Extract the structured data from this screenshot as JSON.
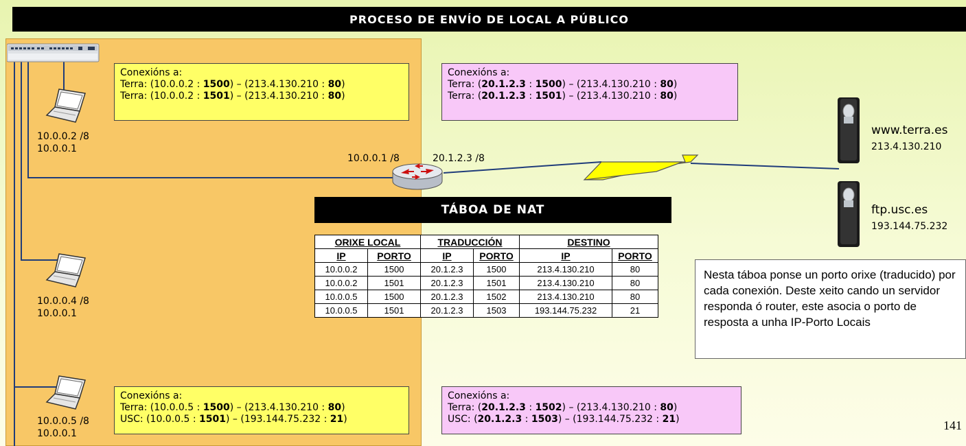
{
  "title": "PROCESO DE ENVÍO DE LOCAL A PÚBLICO",
  "hosts": [
    {
      "ip": "10.0.0.2 /8",
      "gateway": "10.0.0.1"
    },
    {
      "ip": "10.0.0.4 /8",
      "gateway": "10.0.0.1"
    },
    {
      "ip": "10.0.0.5 /8",
      "gateway": "10.0.0.1"
    }
  ],
  "router": {
    "inside_ip": "10.0.0.1 /8",
    "outside_ip": "20.1.2.3 /8"
  },
  "servers": [
    {
      "name": "www.terra.es",
      "ip": "213.4.130.210"
    },
    {
      "name": "ftp.usc.es",
      "ip": "193.144.75.232"
    }
  ],
  "connection_boxes": {
    "heading": "Conexións a:",
    "local_top": [
      {
        "prefix": "Terra: (10.0.0.2 : ",
        "port": "1500",
        "mid": ") – (213.4.130.210 : ",
        "dport": "80",
        "end": ")"
      },
      {
        "prefix": "Terra:   (10.0.0.2 : ",
        "port": "1501",
        "mid": ") – (213.4.130.210  : ",
        "dport": "80",
        "end": ")"
      }
    ],
    "public_top": [
      {
        "prefix": "Terra: (",
        "ip": "20.1.2.3",
        "sep": " : ",
        "port": "1500",
        "mid": ") – (213.4.130.210 : ",
        "dport": "80",
        "end": ")"
      },
      {
        "prefix": "Terra:   (",
        "ip": "20.1.2.3",
        "sep": " : ",
        "port": "1501",
        "mid": ") – (213.4.130.210  : ",
        "dport": "80",
        "end": ")"
      }
    ],
    "local_bottom": [
      {
        "prefix": "Terra: (10.0.0.5 : ",
        "port": "1500",
        "mid": ")  – (213.4.130.210   : ",
        "dport": "80",
        "end": ")"
      },
      {
        "prefix": "USC: (10.0.0.5 : ",
        "port": "1501",
        "mid": ")  – (193.144.75.232 : ",
        "dport": "21",
        "end": ")"
      }
    ],
    "public_bottom": [
      {
        "prefix": "Terra: (",
        "ip": "20.1.2.3",
        "sep": " : ",
        "port": "1502",
        "mid": ") – (213.4.130.210 : ",
        "dport": "80",
        "end": ")"
      },
      {
        "prefix": "USC:   (",
        "ip": "20.1.2.3",
        "sep": " : ",
        "port": "1503",
        "mid": ") – (193.144.75.232 : ",
        "dport": "21",
        "end": ")"
      }
    ]
  },
  "nat_table": {
    "title": "TÁBOA DE NAT",
    "group_headers": [
      "ORIXE LOCAL",
      "TRADUCCIÓN",
      "DESTINO"
    ],
    "col_headers": [
      "IP",
      "PORTO",
      "IP",
      "PORTO",
      "IP",
      "PORTO"
    ],
    "rows": [
      [
        "10.0.0.2",
        "1500",
        "20.1.2.3",
        "1500",
        "213.4.130.210",
        "80"
      ],
      [
        "10.0.0.2",
        "1501",
        "20.1.2.3",
        "1501",
        "213.4.130.210",
        "80"
      ],
      [
        "10.0.0.5",
        "1500",
        "20.1.2.3",
        "1502",
        "213.4.130.210",
        "80"
      ],
      [
        "10.0.0.5",
        "1501",
        "20.1.2.3",
        "1503",
        "193.144.75.232",
        "21"
      ]
    ]
  },
  "note": "Nesta táboa ponse un porto orixe (traducido) por cada conexión. Deste xeito cando un servidor responda ó router, este  asocia o porto de resposta a unha IP-Porto Locais",
  "page_number": "141"
}
